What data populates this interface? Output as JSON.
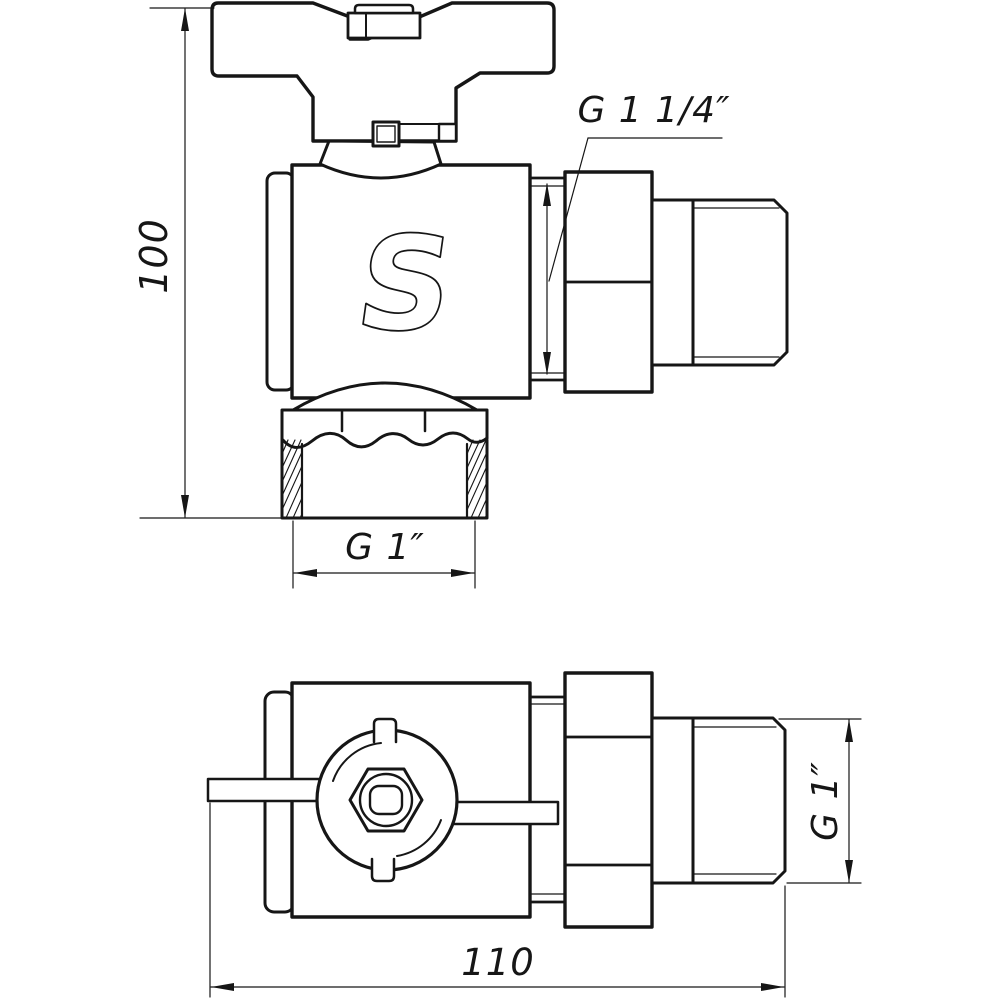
{
  "drawing": {
    "type": "technical-drawing",
    "subject": "angle ball valve with butterfly handle and union nut",
    "colors": {
      "line": "#161616",
      "background": "#ffffff"
    },
    "logo": "S",
    "labels": {
      "height_dim": "100",
      "union_thread": "G 1 1/4″",
      "female_thread": "G 1″",
      "length_dim": "110",
      "male_thread": "G 1″"
    }
  }
}
